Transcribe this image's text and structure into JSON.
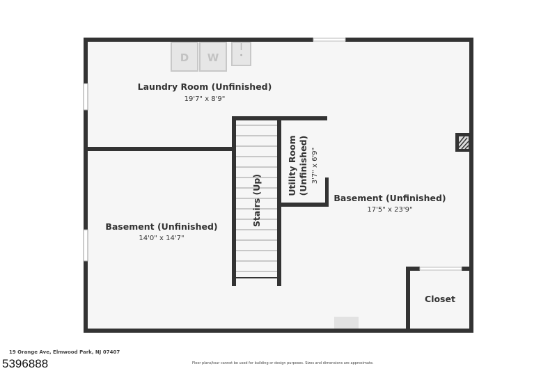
{
  "rooms": {
    "laundry": {
      "name": "Laundry Room (Unfinished)",
      "dims": "19'7\" x 8'9\""
    },
    "basement_left": {
      "name": "Basement (Unfinished)",
      "dims": "14'0\" x 14'7\""
    },
    "basement_right": {
      "name": "Basement (Unfinished)",
      "dims": "17'5\" x 23'9\""
    },
    "utility": {
      "name_line1": "Utility Room",
      "name_line2": "(Unfinished)",
      "dims": "3'7\" x 6'9\""
    },
    "stairs": {
      "name": "Stairs (Up)"
    },
    "closet": {
      "name": "Closet"
    }
  },
  "appliances": {
    "dryer": "D",
    "washer": "W"
  },
  "footer": {
    "address": "19 Orange Ave, Elmwood Park, NJ 07407",
    "listing_id": "5396888",
    "disclaimer": "Floor plans/tour cannot be used for building or design purposes. Sizes and dimensions are approximate."
  },
  "colors": {
    "wall": "#333333",
    "floor": "#f6f6f6",
    "fixture": "#c8c8c8"
  }
}
